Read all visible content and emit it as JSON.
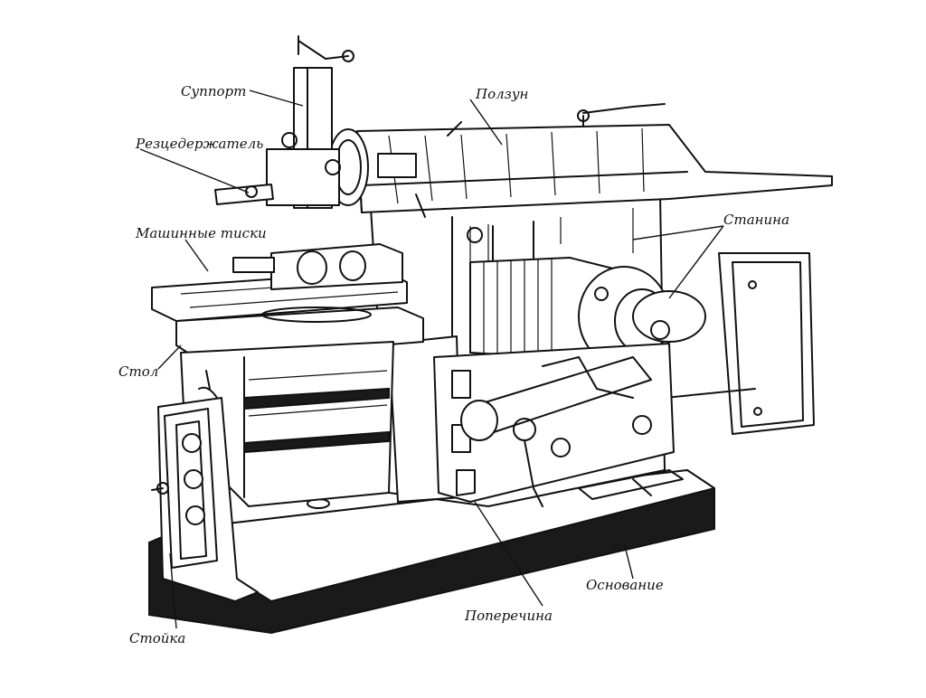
{
  "labels": {
    "support": "Суппорт",
    "slider": "Ползун",
    "tool_holder": "Резцедержатель",
    "vise": "Машинные тиски",
    "frame": "Станина",
    "table": "Стол",
    "base": "Основание",
    "crossbar": "Поперечина",
    "stand": "Стойка"
  },
  "colors": {
    "ink": "#111111",
    "paper": "#ffffff"
  }
}
